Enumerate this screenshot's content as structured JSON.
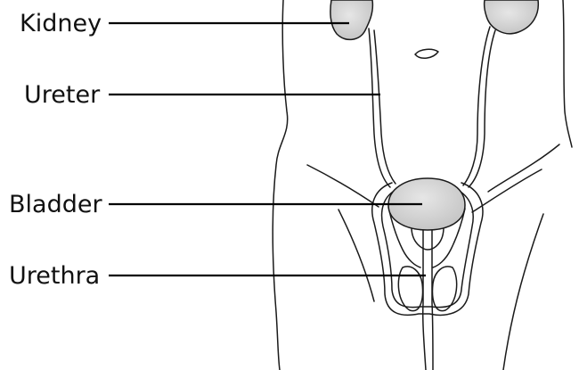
{
  "labels": {
    "kidney": "Kidney",
    "ureter": "Ureter",
    "bladder": "Bladder",
    "urethra": "Urethra"
  },
  "colors": {
    "organ_fill_light": "#e6e6e6",
    "organ_fill_dark": "#c4c4c4",
    "outline": "#1a1a1a",
    "background": "#ffffff"
  }
}
